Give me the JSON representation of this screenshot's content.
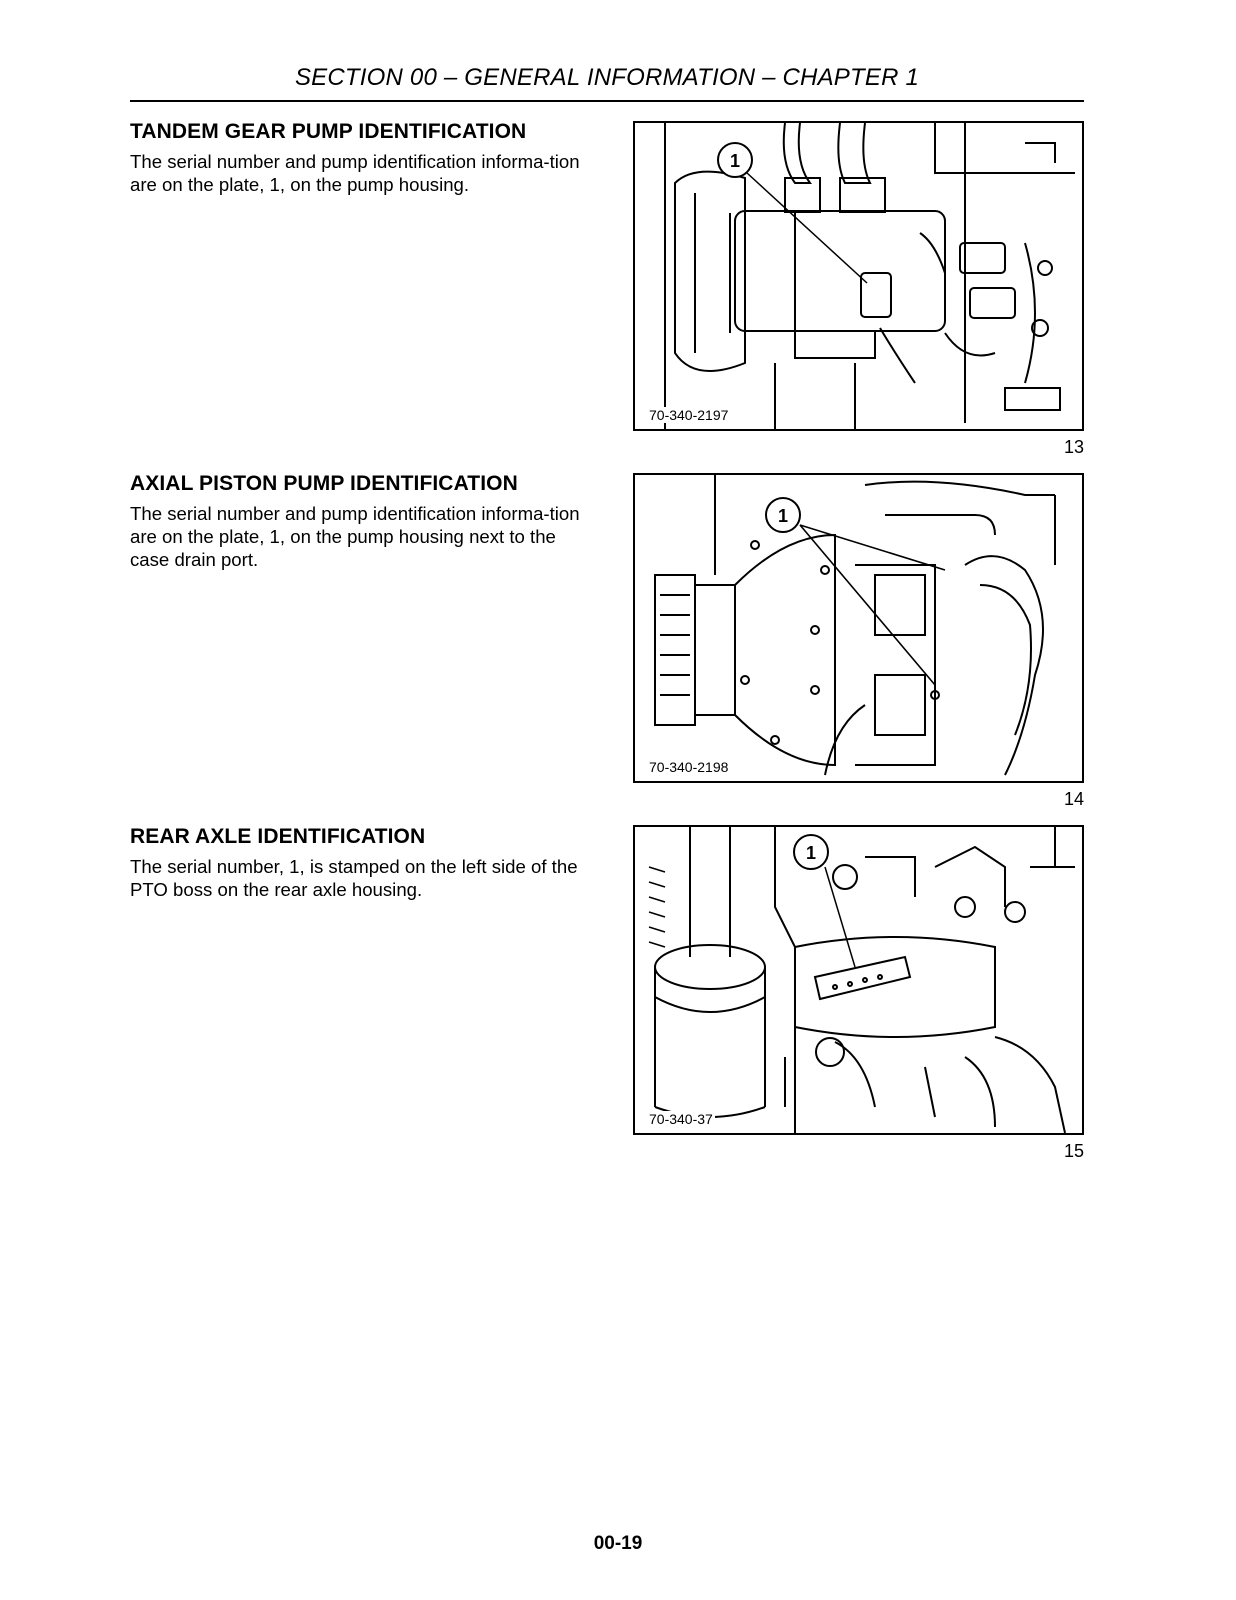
{
  "header": {
    "title": "SECTION 00 – GENERAL INFORMATION – CHAPTER 1"
  },
  "sections": [
    {
      "heading": "TANDEM GEAR PUMP IDENTIFICATION",
      "body": "The serial number and pump identification informa-tion are on the plate, 1, on the pump housing.",
      "figure": {
        "code": "70-340-2197",
        "number": "13",
        "callout": "1"
      }
    },
    {
      "heading": "AXIAL PISTON PUMP IDENTIFICATION",
      "body": "The serial number and pump identification informa-tion are on the plate, 1, on the pump housing next to the case drain port.",
      "figure": {
        "code": "70-340-2198",
        "number": "14",
        "callout": "1"
      }
    },
    {
      "heading": "REAR AXLE IDENTIFICATION",
      "body": "The serial number, 1, is stamped on the left side of the PTO boss on the rear axle housing.",
      "figure": {
        "code": "70-340-37",
        "number": "15",
        "callout": "1"
      }
    }
  ],
  "footer": {
    "page_number": "00-19"
  }
}
